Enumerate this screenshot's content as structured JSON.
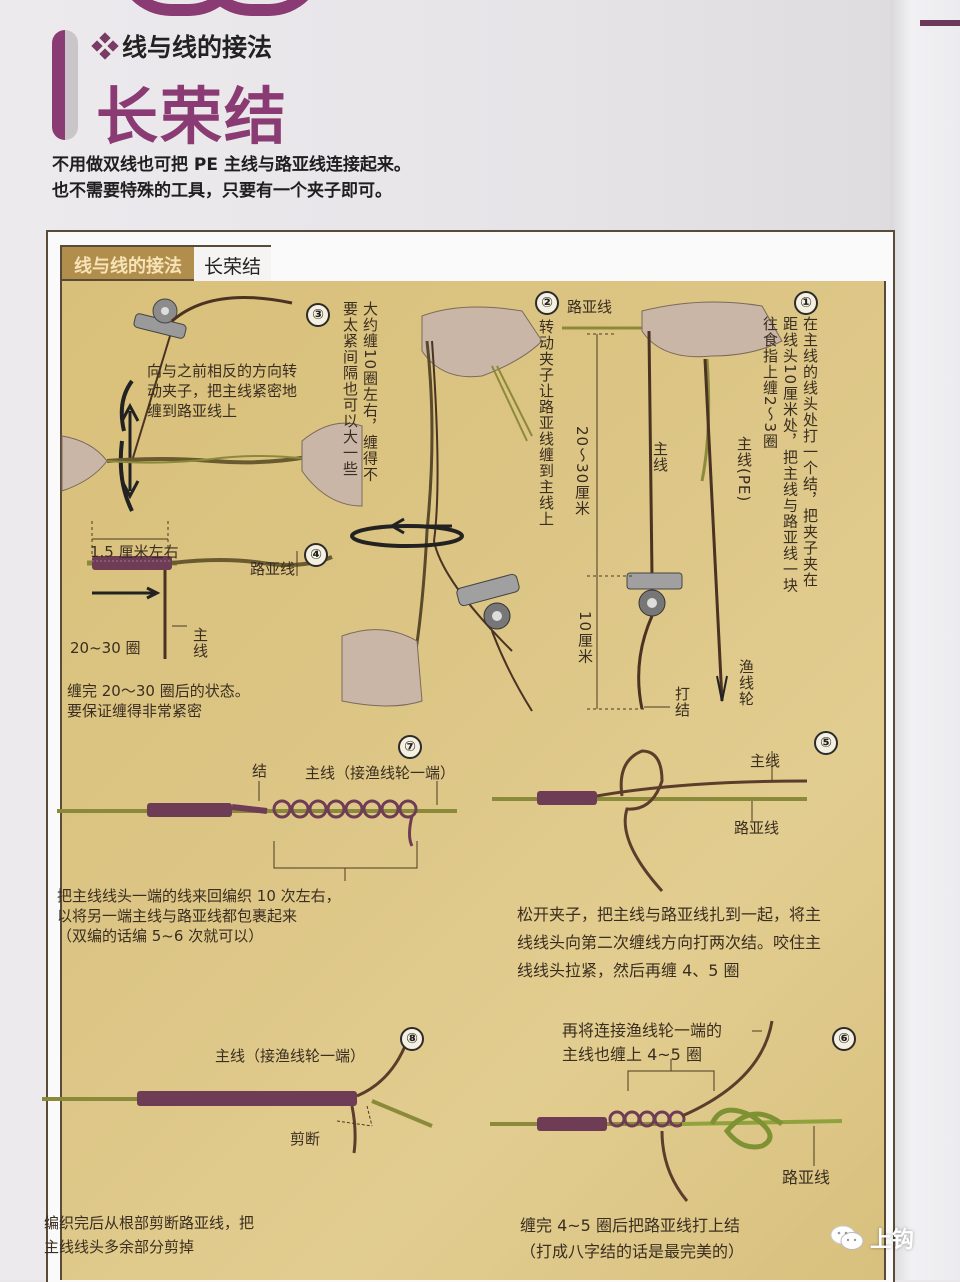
{
  "header": {
    "category": "线与线的接法",
    "title": "长荣结",
    "intro_lines": [
      "不用做双线也可把 PE 主线与路亚线连接起来。",
      "也不需要特殊的工具，只要有一个夹子即可。"
    ]
  },
  "box": {
    "tab_category": "线与线的接法",
    "tab_title": "长荣结"
  },
  "steps": {
    "step1": {
      "number": "①",
      "instruction": "在主线的线头处打一个结，把夹子夹在距线头10厘米处，把主线与路亚线一块往食指上缠2～3圈",
      "instruction_cols": [
        "在主线的线头处打一个结，把夹子夹在",
        "距线头10厘米处，把主线与路亚线一块",
        "往食指上缠2～3圈"
      ],
      "label_leader": "路亚线",
      "label_main": "主线",
      "label_main_pe": "主线(PE)",
      "dim_long": "20～30厘米",
      "dim_short": "10厘米",
      "label_knot": "打结",
      "label_reel": "渔线轮"
    },
    "step2": {
      "number": "②",
      "instruction": "转动夹子让路亚线缠到主线上",
      "note_cols": [
        "大约缠10圈左右，缠得不",
        "要太紧间隔也可以大一些"
      ]
    },
    "step3": {
      "number": "③",
      "instruction_lines": [
        "向与之前相反的方向转",
        "动夹子，把主线紧密地",
        "缠到路亚线上"
      ]
    },
    "step4": {
      "number": "④",
      "dim": "1.5 厘米左右",
      "label_leader": "路亚线",
      "turns": "20~30 圈",
      "label_main": "主线",
      "caption_lines": [
        "缠完 20～30 圈后的状态。",
        "要保证缠得非常紧密"
      ]
    },
    "step5": {
      "number": "⑤",
      "label_main": "主线",
      "label_leader": "路亚线",
      "caption_lines": [
        "松开夹子，把主线与路亚线扎到一起，将主",
        "线线头向第二次缠线方向打两次结。咬住主",
        "线线头拉紧，然后再缠 4、5 圈"
      ]
    },
    "step6": {
      "number": "⑥",
      "note_lines": [
        "再将连接渔线轮一端的",
        "主线也缠上 4~5 圈"
      ],
      "label_leader": "路亚线",
      "caption_lines": [
        "缠完 4~5 圈后把路亚线打上结",
        "（打成八字结的话是最完美的）"
      ]
    },
    "step7": {
      "number": "⑦",
      "label_knot": "结",
      "label_main": "主线（接渔线轮一端）",
      "caption_lines": [
        "把主线线头一端的线来回编织 10 次左右，",
        "以将另一端主线与路亚线都包裹起来",
        "（双编的话编 5~6 次就可以）"
      ]
    },
    "step8": {
      "number": "⑧",
      "label_main": "主线（接渔线轮一端）",
      "label_cut": "剪断",
      "caption_lines": [
        "编织完后从根部剪断路亚线，把",
        "主线线头多余部分剪掉"
      ]
    }
  },
  "watermark": {
    "icon": "wechat-icon",
    "text": "上钩"
  },
  "colors": {
    "accent_purple": "#8a3b73",
    "panel_tan": "#dcc585",
    "tab_gold": "#b18e4c",
    "line_main": "#5a3e2b",
    "line_leader": "#8b8a3a",
    "wrap_purple": "#6e3d55",
    "fig8_green": "#8fa23c"
  }
}
